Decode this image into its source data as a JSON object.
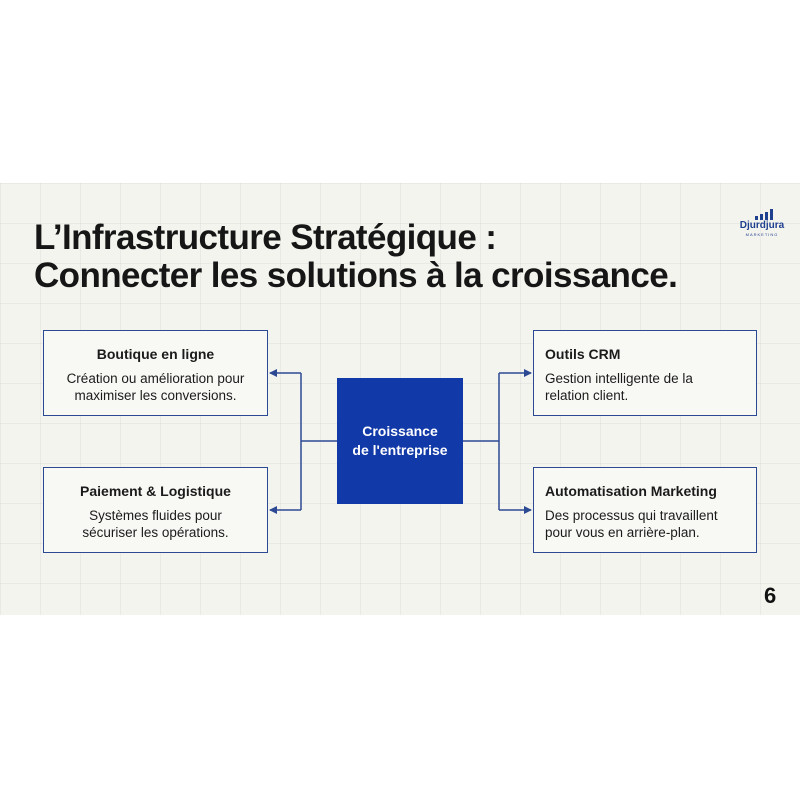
{
  "title": {
    "line1": "L’Infrastructure Stratégique :",
    "line2": "Connecter les solutions à la croissance."
  },
  "logo": {
    "name": "Djurdjura",
    "subtitle": "MARKETING"
  },
  "center_node": {
    "label": "Croissance\nde l'entreprise"
  },
  "nodes": {
    "boutique": {
      "title": "Boutique en ligne",
      "description": "Création ou amélioration pour\nmaximiser les conversions."
    },
    "paiement": {
      "title": "Paiement & Logistique",
      "description": "Systèmes fluides pour\nsécuriser les opérations."
    },
    "crm": {
      "title": "Outils CRM",
      "description": "Gestion intelligente de la\nrelation client."
    },
    "automatisation": {
      "title": "Automatisation Marketing",
      "description": "Des processus qui travaillent\npour vous en arrière-plan."
    }
  },
  "page_number": "6",
  "colors": {
    "accent": "#1239a8",
    "border": "#2c4a94",
    "background": "#f4f4ef",
    "text": "#161616"
  }
}
